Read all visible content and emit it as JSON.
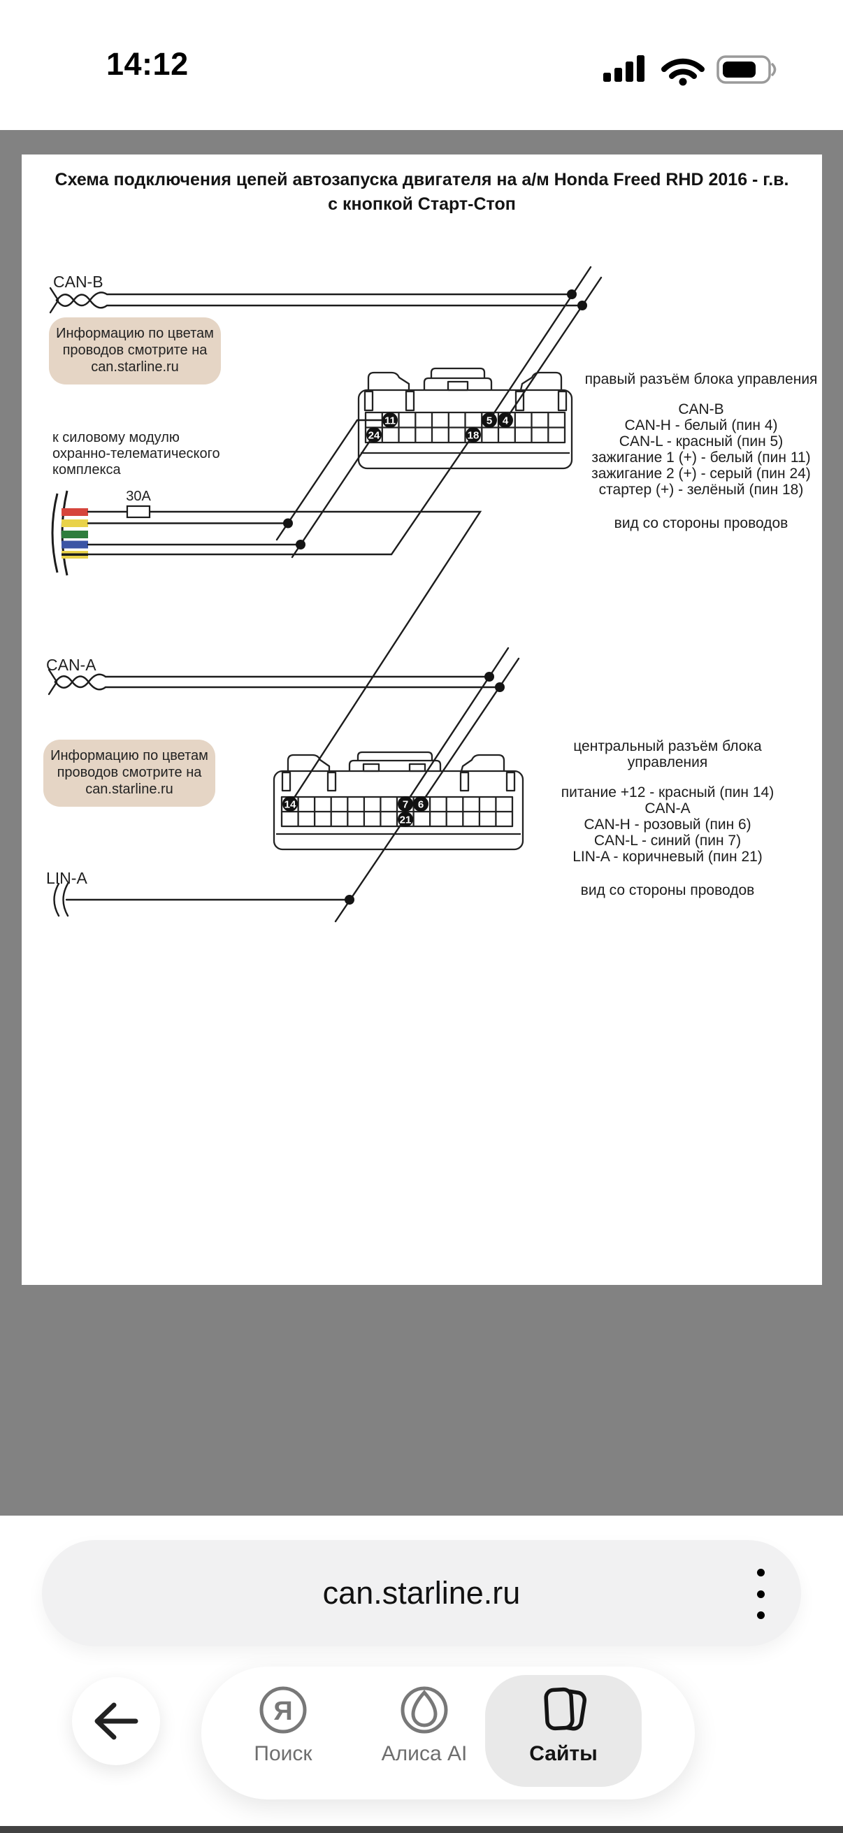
{
  "status_bar": {
    "time": "14:12"
  },
  "diagram": {
    "title_line1": "Схема подключения цепей автозапуска двигателя на а/м Honda Freed RHD 2016 - г.в.",
    "title_line2": "с кнопкой Старт-Стоп",
    "can_b_label": "CAN-B",
    "can_a_label": "CAN-A",
    "lin_a_label": "LIN-A",
    "fuse_label": "30A",
    "info_box": {
      "line1": "Информацию по цветам",
      "line2": "проводов смотрите на",
      "line3": "can.starline.ru"
    },
    "power_module_note": {
      "line1": "к силовому модулю",
      "line2": "охранно-телематического",
      "line3": "комплекса"
    },
    "right_connector": {
      "title": "правый разъём блока управления",
      "lines": [
        "CAN-B",
        "CAN-H - белый (пин 4)",
        "CAN-L - красный (пин 5)",
        "зажигание 1 (+) - белый (пин 11)",
        "зажигание 2 (+) - серый (пин 24)",
        "стартер (+) - зелёный (пин 18)"
      ],
      "footer": "вид со стороны проводов",
      "pins": [
        "11",
        "5",
        "4",
        "24",
        "18"
      ]
    },
    "central_connector": {
      "title": "центральный разъём блока управления",
      "lines": [
        "питание +12 - красный (пин 14)",
        "CAN-A",
        "CAN-H - розовый (пин 6)",
        "CAN-L - синий (пин 7)",
        "LIN-A - коричневый (пин 21)"
      ],
      "footer": "вид со стороны проводов",
      "pins": [
        "14",
        "7",
        "6",
        "21"
      ]
    },
    "wire_colors": {
      "red": "#d6453c",
      "yellow": "#e9d24a",
      "green": "#2e7d3c",
      "blue": "#3c55a5",
      "stripe": "#1a1a1a"
    }
  },
  "browser": {
    "address": "can.starline.ru",
    "yandex_glyph": "Я",
    "nav": [
      {
        "label": "Поиск"
      },
      {
        "label": "Алиса AI"
      },
      {
        "label": "Сайты"
      }
    ]
  }
}
